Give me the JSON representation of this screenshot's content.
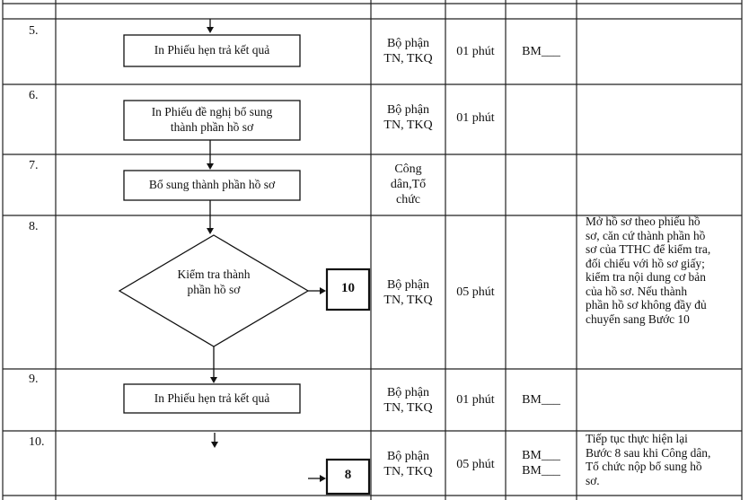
{
  "rows": [
    {
      "no": "5.",
      "step": "In Phiếu hẹn trả kết quả",
      "dept": [
        "Bộ phận",
        "TN, TKQ"
      ],
      "time": "01 phút",
      "form": [
        "BM___"
      ],
      "note": ""
    },
    {
      "no": "6.",
      "step_lines": [
        "In Phiếu đề nghị bổ sung",
        "thành phần hồ sơ"
      ],
      "dept": [
        "Bộ phận",
        "TN, TKQ"
      ],
      "time": "01 phút",
      "form": [],
      "note": ""
    },
    {
      "no": "7.",
      "step": "Bổ sung thành phần hồ sơ",
      "dept": [
        "Công",
        "dân,Tổ",
        "chức"
      ],
      "time": "",
      "form": [],
      "note": ""
    },
    {
      "no": "8.",
      "step_lines": [
        "Kiểm tra thành",
        "phần hồ sơ"
      ],
      "goto": "10",
      "dept": [
        "Bộ phận",
        "TN, TKQ"
      ],
      "time": "05 phút",
      "form": [],
      "note_lines": [
        "Mở hồ sơ theo phiếu hồ",
        "sơ, căn cứ thành phần hồ",
        "sơ của TTHC để kiểm tra,",
        "đối chiếu với hồ sơ giấy;",
        "kiểm tra nội dung cơ bản",
        "của hồ sơ. Nếu thành",
        "phần hồ sơ không đầy đủ",
        "chuyển sang Bước 10"
      ]
    },
    {
      "no": "9.",
      "step": "In Phiếu hẹn trả kết quả",
      "dept": [
        "Bộ phận",
        "TN, TKQ"
      ],
      "time": "01 phút",
      "form": [
        "BM___"
      ],
      "note": ""
    },
    {
      "no": "10.",
      "goto": "8",
      "dept": [
        "Bộ phận",
        "TN, TKQ"
      ],
      "time": "05 phút",
      "form": [
        "BM___",
        "BM___"
      ],
      "note_lines": [
        "Tiếp tục thực hiện lại",
        "Bước 8 sau khi Công dân,",
        "Tổ chức nộp bổ sung hồ",
        "sơ."
      ]
    }
  ]
}
